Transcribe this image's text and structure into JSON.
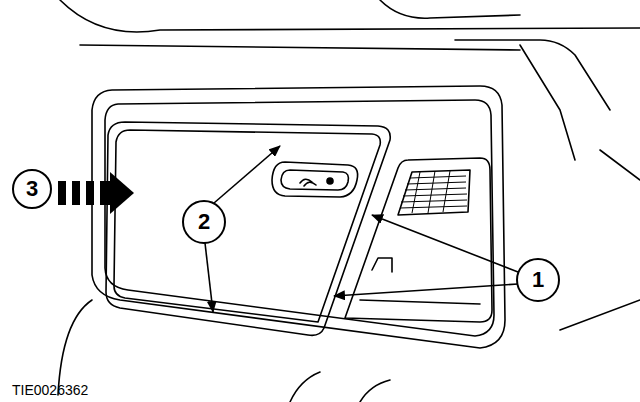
{
  "diagram": {
    "labels": [
      "3",
      "2",
      "1",
      "TIE0026362"
    ]
  }
}
